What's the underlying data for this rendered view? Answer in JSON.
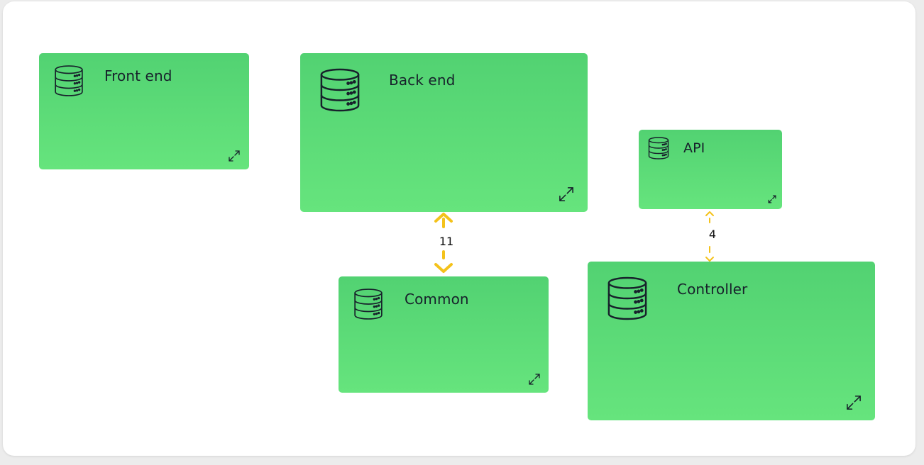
{
  "diagram": {
    "nodes": [
      {
        "id": "front_end",
        "label": "Front end",
        "icon": "database-icon",
        "action_icon": "expand-icon"
      },
      {
        "id": "back_end",
        "label": "Back end",
        "icon": "database-icon",
        "action_icon": "expand-icon"
      },
      {
        "id": "api",
        "label": "API",
        "icon": "database-icon",
        "action_icon": "expand-icon"
      },
      {
        "id": "common",
        "label": "Common",
        "icon": "database-icon",
        "action_icon": "expand-icon"
      },
      {
        "id": "controller",
        "label": "Controller",
        "icon": "database-icon",
        "action_icon": "expand-icon"
      }
    ],
    "edges": [
      {
        "from": "back_end",
        "to": "common",
        "label": "11",
        "style": "dashed",
        "direction": "bidirectional"
      },
      {
        "from": "api",
        "to": "controller",
        "label": "4",
        "style": "dashed",
        "direction": "bidirectional"
      }
    ]
  },
  "colors": {
    "canvas_background": "#ffffff",
    "node_fill_top": "#52d272",
    "node_fill_bottom": "#66e47d",
    "node_text": "#17212b",
    "edge_color": "#f4c21b",
    "edge_label_text": "#111111"
  }
}
